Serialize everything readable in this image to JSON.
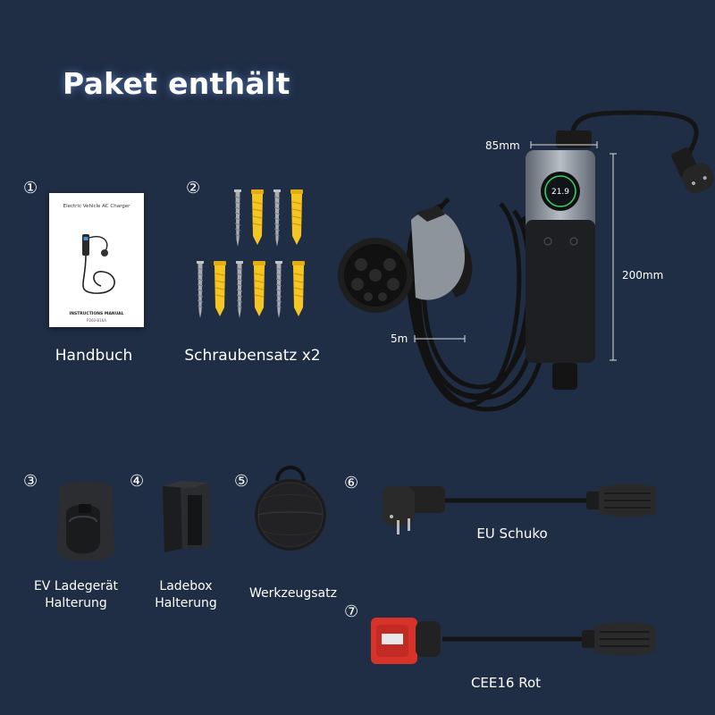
{
  "title": "Paket enthält",
  "items": [
    {
      "num": "①",
      "label": "Handbuch"
    },
    {
      "num": "②",
      "label": "Schraubensatz x2"
    },
    {
      "num": "③",
      "label_line1": "EV Ladegerät",
      "label_line2": "Halterung"
    },
    {
      "num": "④",
      "label_line1": "Ladebox",
      "label_line2": "Halterung"
    },
    {
      "num": "⑤",
      "label": "Werkzeugsatz"
    },
    {
      "num": "⑥",
      "label": "EU Schuko"
    },
    {
      "num": "⑦",
      "label": "CEE16 Rot"
    }
  ],
  "manual": {
    "cover_title": "Electric Vehicle AC Charger",
    "cover_sub": "INSTRUCTIONS MANUAL",
    "cover_model": "P260-B16A"
  },
  "charger": {
    "display_value": "21.9",
    "dim_width": "85mm",
    "dim_height": "200mm",
    "dim_cable": "5m"
  },
  "colors": {
    "background": "#1f2d45",
    "accent_yellow": "#f5c523",
    "cee_red": "#d8332a",
    "display_green": "#39d66a"
  }
}
